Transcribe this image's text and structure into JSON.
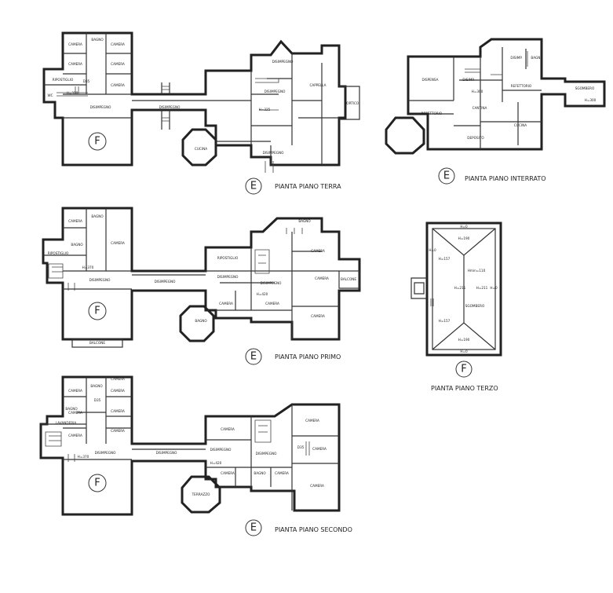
{
  "plans": [
    {
      "id": "terra",
      "title": "PIANTA PIANO TERRA",
      "badge": "E",
      "wing_badge": "F",
      "labels": [
        "CAMERA",
        "BAGNO",
        "CAMERA",
        "CAMERA",
        "CAMERA",
        "CAMERA",
        "RIPOSTIGLIO",
        "DISIMPEGNO",
        "DISIMPEGNO",
        "DISIMPEGNO",
        "DISIMPEGNO",
        "CAPPELLA",
        "PORTICO",
        "CUCINA",
        "DISIMPEGNO",
        "H=370",
        "H=325",
        "WC",
        "D35"
      ]
    },
    {
      "id": "interrato",
      "title": "PIANTA PIANO INTERRATO",
      "badge": "E",
      "labels": [
        "DISPENSA",
        "DISIMP.",
        "BAGNO",
        "DISIMP.",
        "REFETTORIO",
        "CANTINA",
        "SGOMBERO",
        "REFETTORIO",
        "CUCINA",
        "DEPOSITO",
        "H=300",
        "H=300"
      ]
    },
    {
      "id": "primo",
      "title": "PIANTA PIANO PRIMO",
      "badge": "E",
      "wing_badge": "F",
      "labels": [
        "CAMERA",
        "BAGNO",
        "CAMERA",
        "BAGNO",
        "RIPOSTIGLIO",
        "H=370",
        "DISIMPEGNO",
        "DISIMPEGNO",
        "RIPOSTIGLIO",
        "DISIMPEGNO",
        "DISIMPEGNO",
        "CAMERA",
        "CAMERA",
        "CAMERA",
        "CAMERA",
        "BAGNO",
        "BAGNO",
        "BALCONE",
        "CAMERA",
        "H=420",
        "BALCONE"
      ]
    },
    {
      "id": "terzo",
      "title": "PIANTA PIANO TERZO",
      "badge": "F",
      "labels": [
        "SGOMBERO",
        "Hmin=110",
        "H=190",
        "H=190",
        "H=0",
        "H=0",
        "H=157",
        "H=157",
        "H=211",
        "H=211",
        "H=0",
        "H=0"
      ]
    },
    {
      "id": "secondo",
      "title": "PIANTA PIANO SECONDO",
      "badge": "E",
      "wing_badge": "F",
      "labels": [
        "CAMERA",
        "BAGNO",
        "CAMERA",
        "CAMERA",
        "CAMERA",
        "BAGNO",
        "D35",
        "CAMERA",
        "LAVANDERIA",
        "CAMERA",
        "DISIMPEGNO",
        "DISIMPEGNO",
        "CAMERA",
        "DISIMPEGNO",
        "DISIMPEGNO",
        "CAMERA",
        "CAMERA",
        "D35",
        "CAMERA",
        "CAMERA",
        "BAGNO",
        "CAMERA",
        "TERRAZZO",
        "CAMERA",
        "H=370",
        "H=420"
      ]
    }
  ]
}
